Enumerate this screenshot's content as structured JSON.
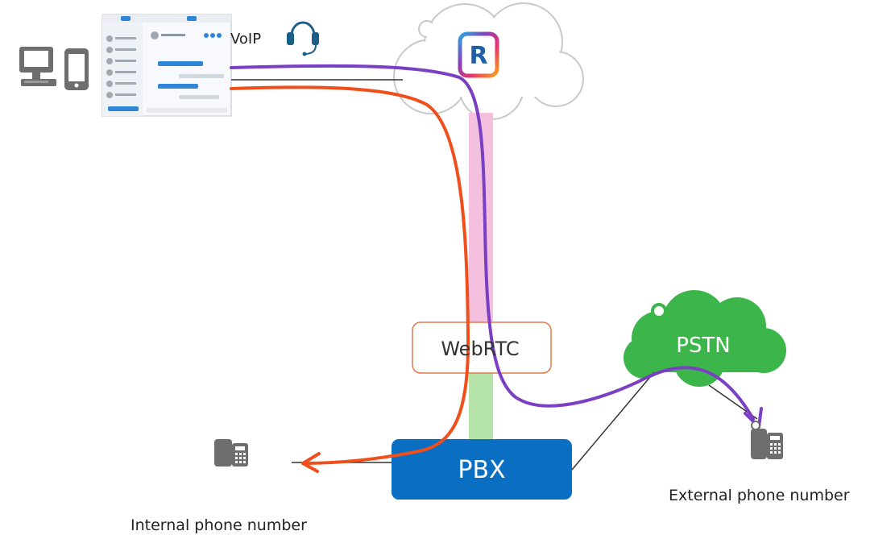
{
  "labels": {
    "voip": "VoIP",
    "webrtc": "WebRTC",
    "pstn": "PSTN",
    "pbx": "PBX",
    "internal": "Internal phone number",
    "external": "External phone number"
  },
  "cloud_logo_letter": "R",
  "icons": {
    "devices": "desktop-and-mobile-icon",
    "headset": "headset-icon",
    "internal_phone": "desk-phone-icon",
    "external_phone": "desk-phone-icon",
    "cloud_logo": "rainbow-r-logo"
  },
  "colors": {
    "purple_path": "#7b3fc4",
    "orange_path": "#f04e1a",
    "pbx": "#0a6fc2",
    "pstn": "#3cb54a",
    "webrtc_border": "#e07a4a",
    "pink_link": "#f5c0e0",
    "green_link": "#b5e3a8"
  }
}
